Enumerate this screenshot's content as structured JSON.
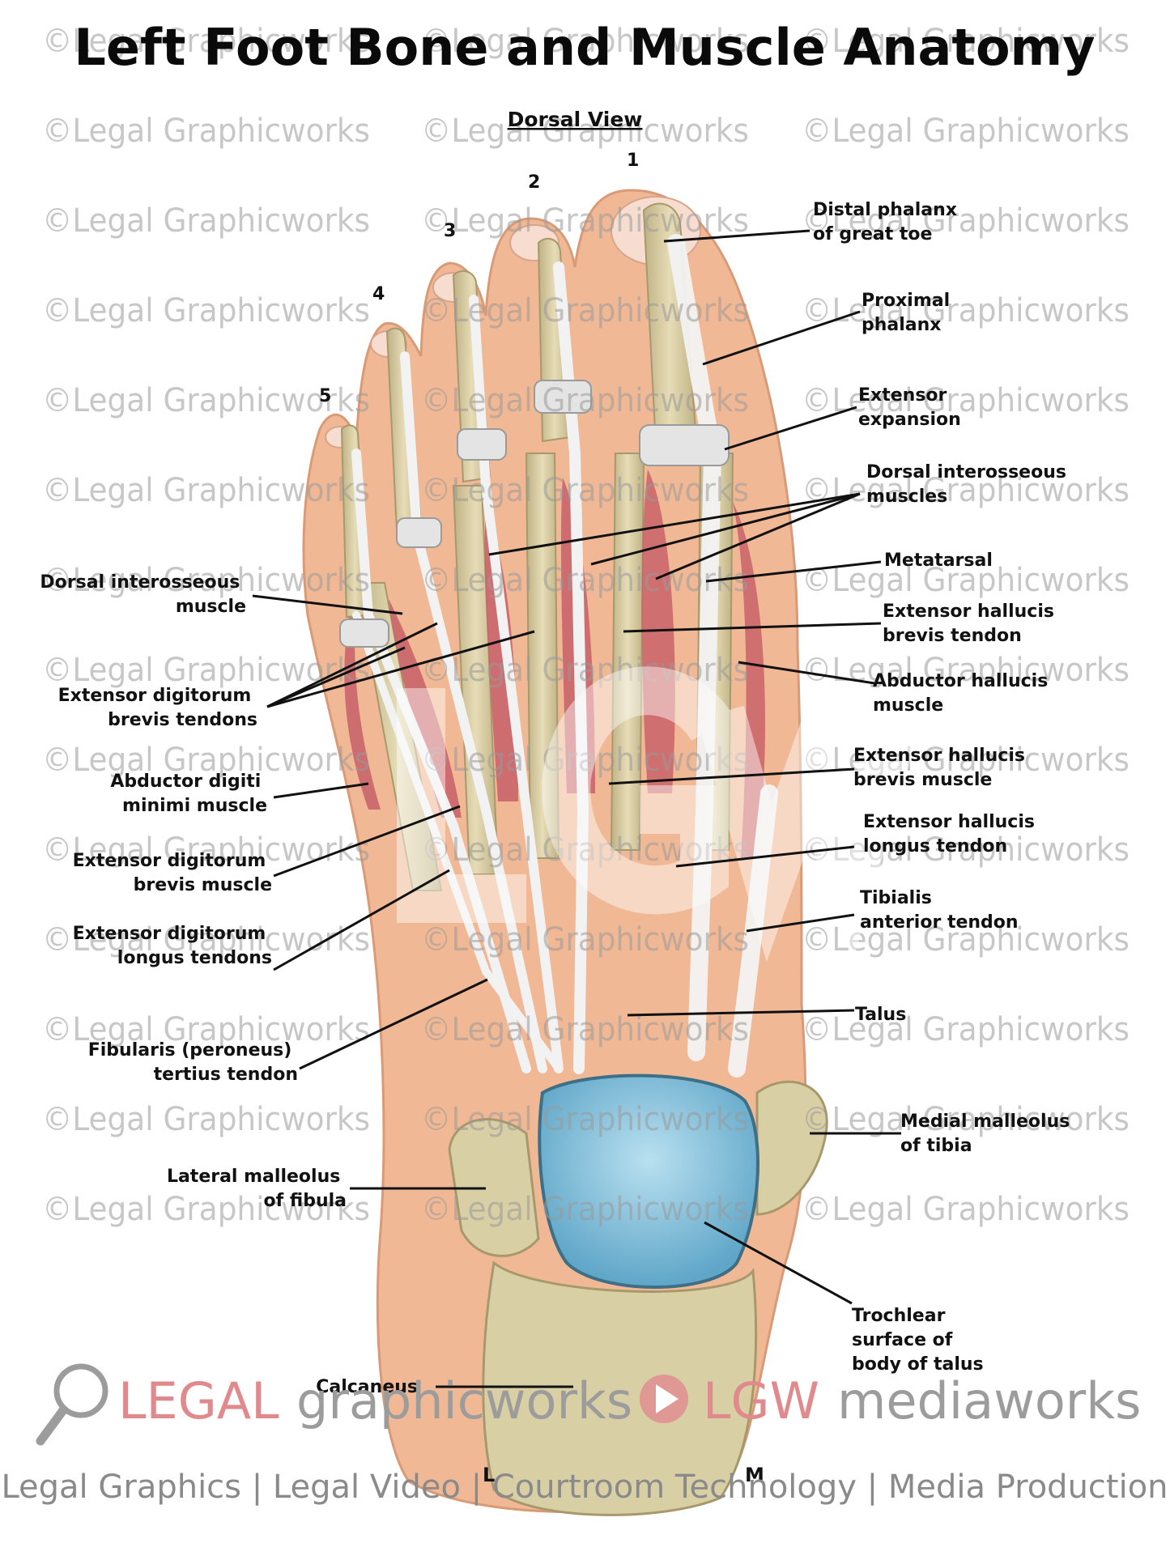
{
  "title": "Left Foot Bone and Muscle Anatomy",
  "view_label": "Dorsal View",
  "toe_numbers": [
    "1",
    "2",
    "3",
    "4",
    "5"
  ],
  "side_labels": {
    "lateral": "L",
    "medial": "M"
  },
  "labels": {
    "distal_phalanx": [
      "Distal phalanx",
      "of great toe"
    ],
    "proximal_phalanx": [
      "Proximal",
      "phalanx"
    ],
    "extensor_expansion": [
      "Extensor",
      "expansion"
    ],
    "dorsal_interosseous_muscles": [
      "Dorsal interosseous",
      "muscles"
    ],
    "metatarsal": [
      "Metatarsal"
    ],
    "ext_hallucis_brevis_tendon": [
      "Extensor hallucis",
      "brevis tendon"
    ],
    "abductor_hallucis": [
      "Abductor hallucis",
      "muscle"
    ],
    "ext_hallucis_brevis_muscle": [
      "Extensor hallucis",
      "brevis muscle"
    ],
    "ext_hallucis_longus_tendon": [
      "Extensor hallucis",
      "longus tendon"
    ],
    "tibialis_anterior": [
      "Tibialis",
      "anterior tendon"
    ],
    "talus": [
      "Talus"
    ],
    "medial_malleolus": [
      "Medial malleolus",
      "of tibia"
    ],
    "trochlear_surface": [
      "Trochlear",
      "surface of",
      "body of talus"
    ],
    "calcaneus": [
      "Calcaneus"
    ],
    "dorsal_interosseous_muscle": [
      "Dorsal interosseous",
      "muscle"
    ],
    "ext_digitorum_brevis_tendons": [
      "Extensor digitorum",
      "brevis tendons"
    ],
    "abductor_digiti_minimi": [
      "Abductor digiti",
      "minimi muscle"
    ],
    "ext_digitorum_brevis_muscle": [
      "Extensor digitorum",
      "brevis muscle"
    ],
    "ext_digitorum_longus_tendons": [
      "Extensor digitorum",
      "longus tendons"
    ],
    "fibularis_tertius": [
      "Fibularis (peroneus)",
      "tertius tendon"
    ],
    "lateral_malleolus": [
      "Lateral malleolus",
      "of fibula"
    ]
  },
  "watermark_text": "©Legal Graphicworks",
  "branding": {
    "logo_left_a": "LEGAL",
    "logo_left_b": "graphicworks",
    "logo_right_a": "LGW",
    "logo_right_b": "mediaworks",
    "tagline": "Legal Graphics | Legal Video | Courtroom Technology | Media Production"
  },
  "colors": {
    "skin": "#f0b894",
    "bone": "#d9cfa5",
    "muscle": "#c9616a",
    "tendon": "#e8e8e8",
    "talus_cartilage": "#7fbcd8",
    "logo_red": "#e08a8e",
    "logo_gray": "#9c9c9c"
  }
}
